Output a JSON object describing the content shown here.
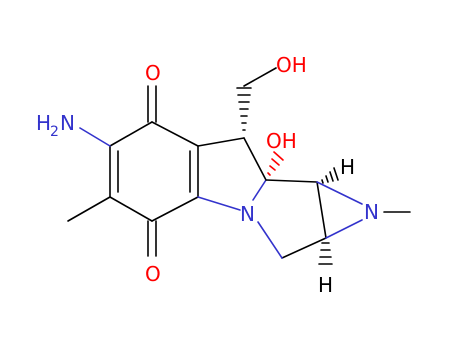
{
  "molecule": {
    "atoms": {
      "amine_label": "H",
      "amine_subscript": "2",
      "amine_n": "N",
      "carbonyl_top_o": "O",
      "carbonyl_bottom_o": "O",
      "hydroxymethyl_oh": "OH",
      "hydroxyl_oh": "OH",
      "ring_n": "N",
      "aziridine_n": "N",
      "h_top": "H",
      "h_bottom": "H"
    },
    "colors": {
      "carbon_bond": "#000000",
      "oxygen": "#ff0000",
      "nitrogen": "#3333cc"
    }
  }
}
